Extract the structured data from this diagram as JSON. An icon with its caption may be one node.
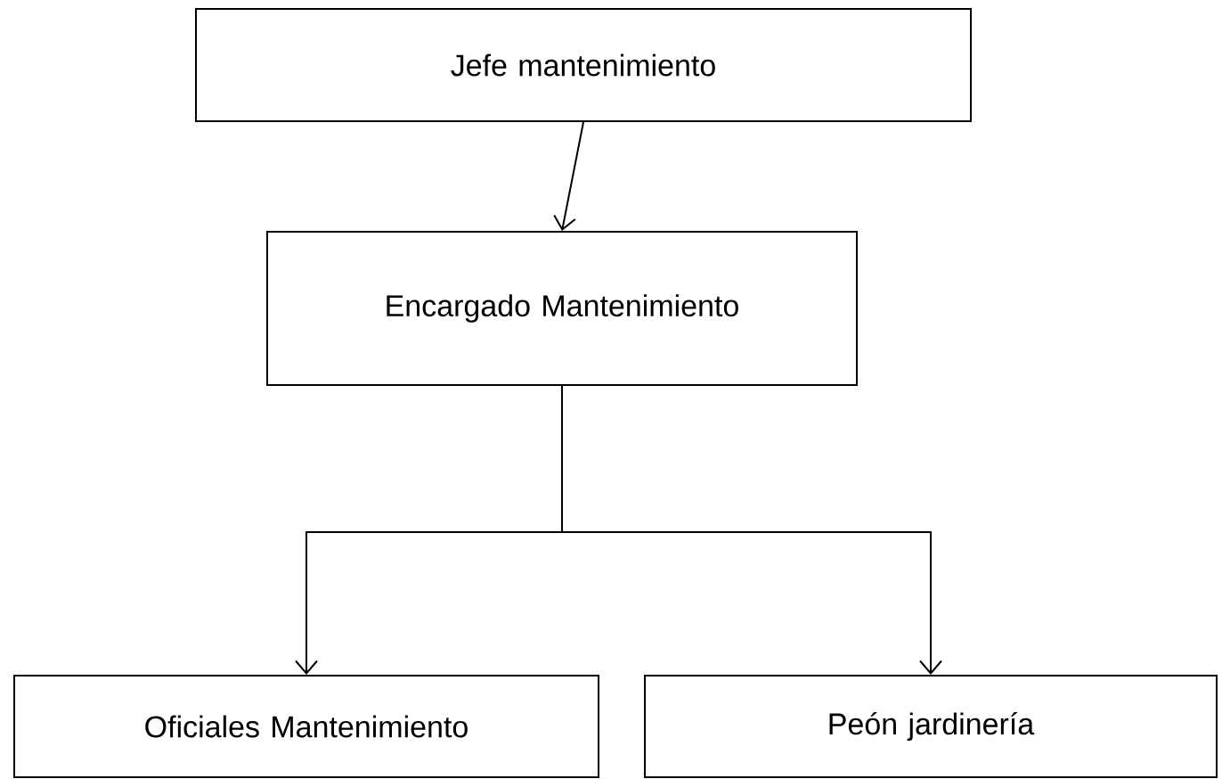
{
  "diagram": {
    "nodes": [
      {
        "text": [
          "Jefe mantenimiento"
        ]
      },
      {
        "text": [
          "Encargado Mantenimiento"
        ]
      },
      {
        "text": [
          "Oficiales Mantenimiento"
        ]
      },
      {
        "text": [
          "Peón jardinería"
        ]
      }
    ],
    "edges": [
      {
        "from": 0,
        "to": 1,
        "arrow": "to"
      },
      {
        "from": 1,
        "to": 2,
        "arrow": "to"
      },
      {
        "from": 1,
        "to": 3,
        "arrow": "to"
      }
    ]
  }
}
